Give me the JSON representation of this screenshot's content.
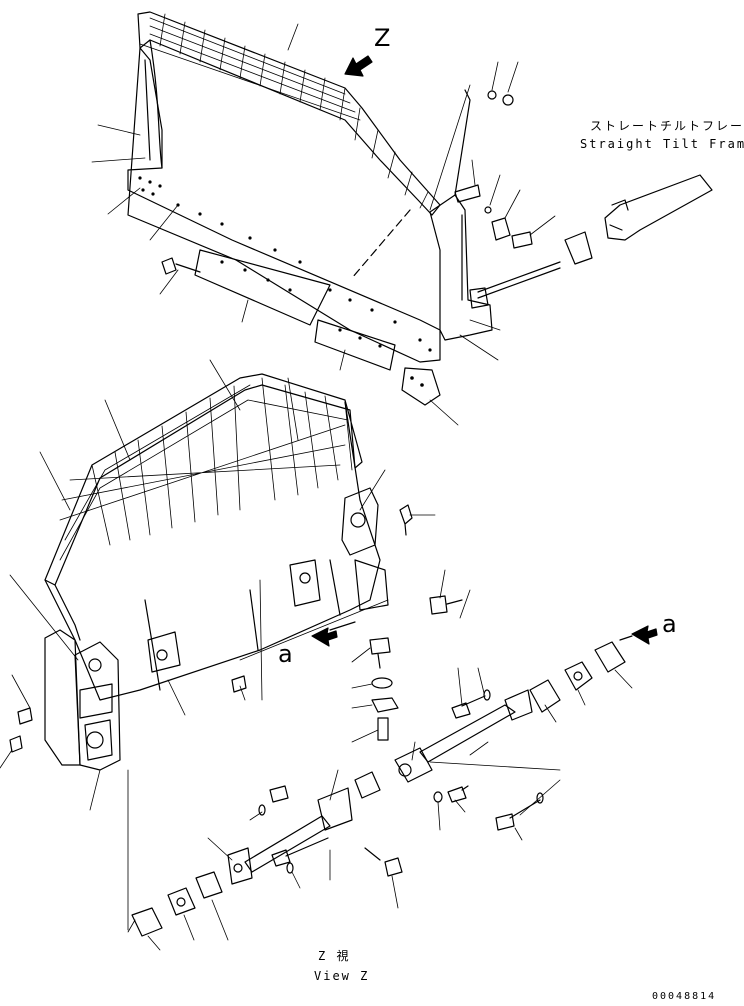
{
  "labels": {
    "frame_jp": "ストレートチルトフレーム",
    "frame_en": "Straight Tilt Frame",
    "view_letter": "Z",
    "section_a_left": "a",
    "section_a_right": "a",
    "view_jp": "Z 視",
    "view_en": "View Z",
    "drawing_number": "00048814"
  },
  "icons": {
    "view_arrow": "view-direction-arrow-icon",
    "section_arrow": "section-arrow-icon"
  },
  "colors": {
    "line": "#000000",
    "background": "#ffffff"
  }
}
